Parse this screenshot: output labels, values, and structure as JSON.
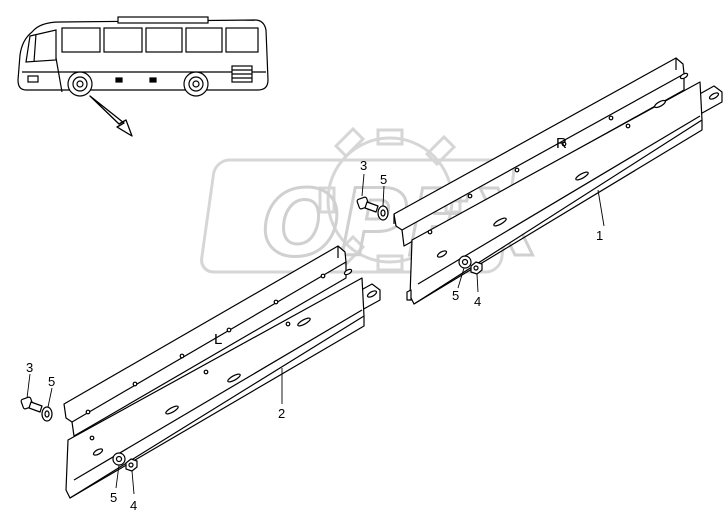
{
  "watermark": {
    "text": "OPEX",
    "color": "#c8c8c8"
  },
  "labels": {
    "side_right": "R",
    "side_left": "L",
    "part_1": "1",
    "part_2": "2",
    "r_bolt": "3",
    "r_washer_top": "5",
    "r_washer_bottom": "5",
    "r_nut": "4",
    "l_bolt": "3",
    "l_washer_top": "5",
    "l_washer_bottom": "5",
    "l_nut": "4"
  },
  "colors": {
    "line": "#000000",
    "rail_fill": "#ffffff",
    "bus_glass": "#ffffff"
  }
}
